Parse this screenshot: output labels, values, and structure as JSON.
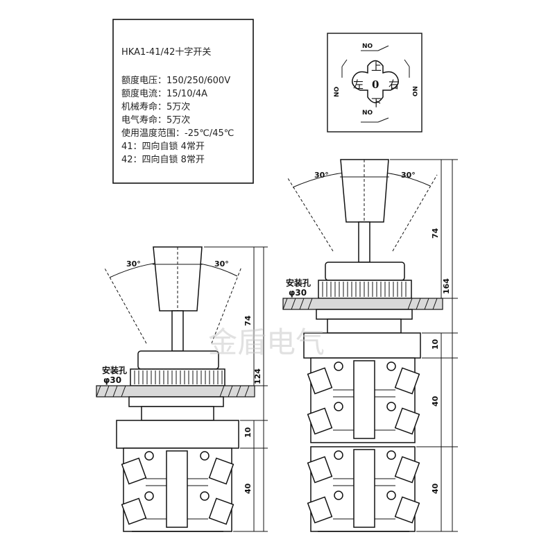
{
  "spec_box": {
    "title": "HKA1-41/42十字开关",
    "lines": [
      "额度电压：150/250/600V",
      "额度电流：15/10/4A",
      "机械寿命：5万次",
      "电气寿命：5万次",
      "使用温度范围：-25℃/45℃",
      "41：四向自锁 4常开",
      "42：四向自锁 8常开"
    ]
  },
  "direction_diagram": {
    "up": "上",
    "down": "下",
    "left": "左",
    "right": "右",
    "center": "0",
    "contact_label": "NO"
  },
  "left_switch": {
    "angle_left": "30°",
    "angle_right": "30°",
    "mount_label": "安装孔",
    "mount_diameter": "φ30",
    "dim_74": "74",
    "dim_124": "124",
    "dim_10": "10",
    "dim_40": "40"
  },
  "right_switch": {
    "angle_left": "30°",
    "angle_right": "30°",
    "mount_label": "安装孔",
    "mount_diameter": "φ30",
    "dim_74": "74",
    "dim_164": "164",
    "dim_10": "10",
    "dim_40_a": "40",
    "dim_40_b": "40"
  },
  "watermark": "金盾电气"
}
